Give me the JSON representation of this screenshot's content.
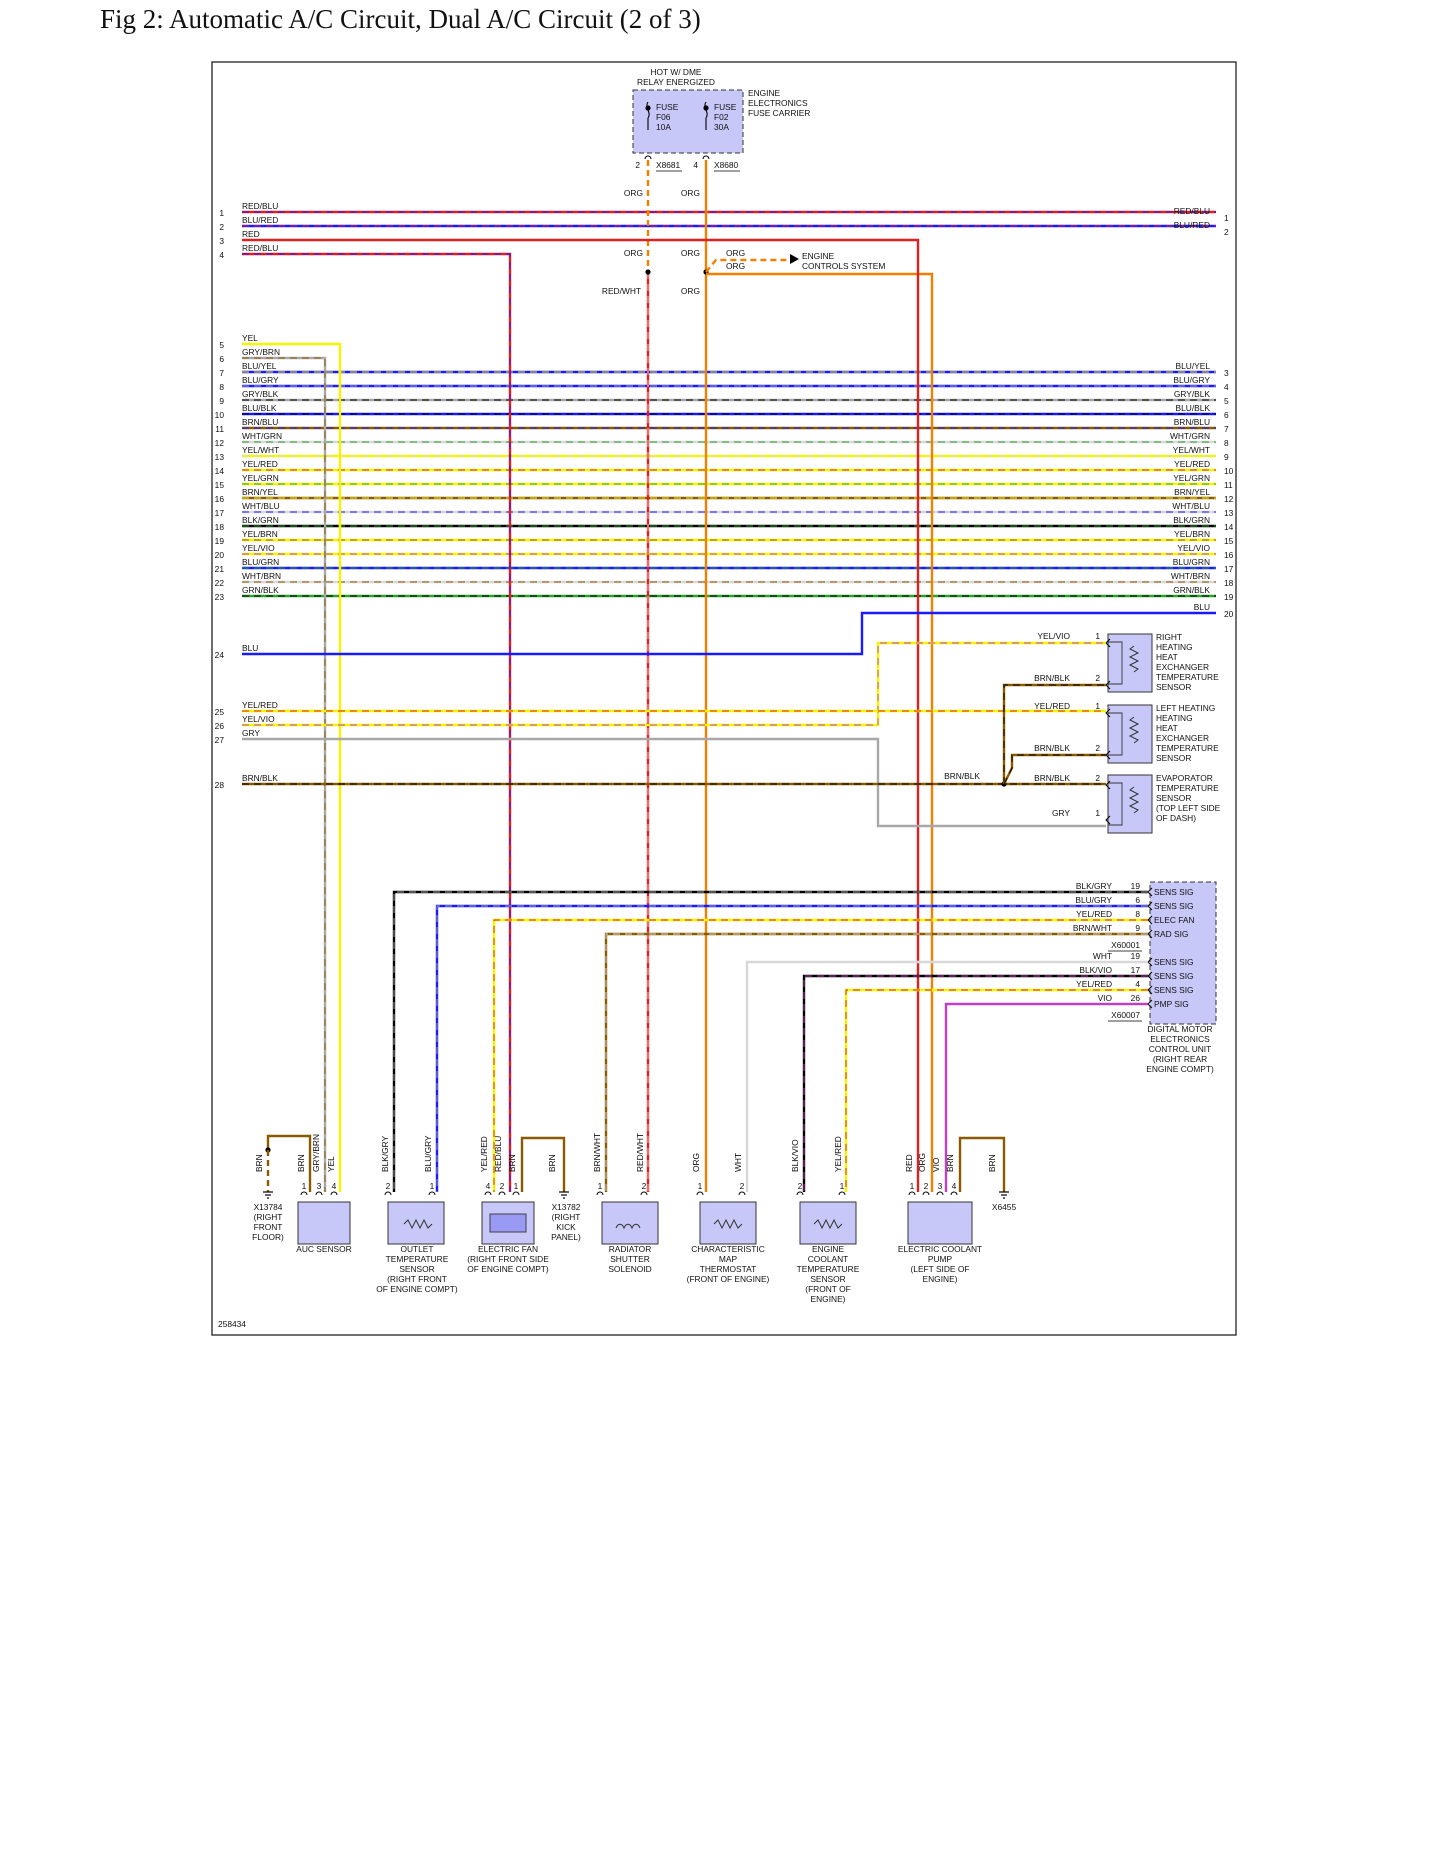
{
  "title": "Fig 2: Automatic A/C Circuit, Dual A/C Circuit (2 of 3)",
  "figure_id": "258434",
  "fuse_carrier": {
    "header": [
      "HOT W/ DME",
      "RELAY ENERGIZED"
    ],
    "label": [
      "ENGINE",
      "ELECTRONICS",
      "FUSE CARRIER"
    ],
    "fuses": [
      {
        "lines": [
          "FUSE",
          "F06",
          "10A"
        ],
        "pin": "2",
        "connector": "X8681"
      },
      {
        "lines": [
          "FUSE",
          "F02",
          "30A"
        ],
        "pin": "4",
        "connector": "X8680"
      }
    ]
  },
  "wire_labels": {
    "org": "ORG",
    "redwht": "RED/WHT",
    "engine_controls": [
      "ENGINE",
      "CONTROLS SYSTEM"
    ]
  },
  "left_wires": [
    {
      "num": "1",
      "color": "RED/BLU"
    },
    {
      "num": "2",
      "color": "BLU/RED"
    },
    {
      "num": "3",
      "color": "RED"
    },
    {
      "num": "4",
      "color": "RED/BLU"
    },
    {
      "num": "5",
      "color": "YEL"
    },
    {
      "num": "6",
      "color": "GRY/BRN"
    },
    {
      "num": "7",
      "color": "BLU/YEL"
    },
    {
      "num": "8",
      "color": "BLU/GRY"
    },
    {
      "num": "9",
      "color": "GRY/BLK"
    },
    {
      "num": "10",
      "color": "BLU/BLK"
    },
    {
      "num": "11",
      "color": "BRN/BLU"
    },
    {
      "num": "12",
      "color": "WHT/GRN"
    },
    {
      "num": "13",
      "color": "YEL/WHT"
    },
    {
      "num": "14",
      "color": "YEL/RED"
    },
    {
      "num": "15",
      "color": "YEL/GRN"
    },
    {
      "num": "16",
      "color": "BRN/YEL"
    },
    {
      "num": "17",
      "color": "WHT/BLU"
    },
    {
      "num": "18",
      "color": "BLK/GRN"
    },
    {
      "num": "19",
      "color": "YEL/BRN"
    },
    {
      "num": "20",
      "color": "YEL/VIO"
    },
    {
      "num": "21",
      "color": "BLU/GRN"
    },
    {
      "num": "22",
      "color": "WHT/BRN"
    },
    {
      "num": "23",
      "color": "GRN/BLK"
    },
    {
      "num": "24",
      "color": "BLU"
    },
    {
      "num": "25",
      "color": "YEL/RED"
    },
    {
      "num": "26",
      "color": "YEL/VIO"
    },
    {
      "num": "27",
      "color": "GRY"
    },
    {
      "num": "28",
      "color": "BRN/BLK"
    }
  ],
  "right_wires": [
    {
      "num": "1",
      "color": "RED/BLU"
    },
    {
      "num": "2",
      "color": "BLU/RED"
    },
    {
      "num": "3",
      "color": "BLU/YEL"
    },
    {
      "num": "4",
      "color": "BLU/GRY"
    },
    {
      "num": "5",
      "color": "GRY/BLK"
    },
    {
      "num": "6",
      "color": "BLU/BLK"
    },
    {
      "num": "7",
      "color": "BRN/BLU"
    },
    {
      "num": "8",
      "color": "WHT/GRN"
    },
    {
      "num": "9",
      "color": "YEL/WHT"
    },
    {
      "num": "10",
      "color": "YEL/RED"
    },
    {
      "num": "11",
      "color": "YEL/GRN"
    },
    {
      "num": "12",
      "color": "BRN/YEL"
    },
    {
      "num": "13",
      "color": "WHT/BLU"
    },
    {
      "num": "14",
      "color": "BLK/GRN"
    },
    {
      "num": "15",
      "color": "YEL/BRN"
    },
    {
      "num": "16",
      "color": "YEL/VIO"
    },
    {
      "num": "17",
      "color": "BLU/GRN"
    },
    {
      "num": "18",
      "color": "WHT/BRN"
    },
    {
      "num": "19",
      "color": "GRN/BLK"
    },
    {
      "num": "20",
      "color": "BLU"
    }
  ],
  "temp_sensors": [
    {
      "name": [
        "RIGHT",
        "HEATING",
        "HEAT",
        "EXCHANGER",
        "TEMPERATURE",
        "SENSOR"
      ],
      "pins": [
        {
          "pin": "1",
          "wire": "YEL/VIO"
        },
        {
          "pin": "2",
          "wire": "BRN/BLK"
        }
      ]
    },
    {
      "name": [
        "LEFT HEATING",
        "HEATING",
        "HEAT",
        "EXCHANGER",
        "TEMPERATURE",
        "SENSOR"
      ],
      "pins": [
        {
          "pin": "1",
          "wire": "YEL/RED"
        },
        {
          "pin": "2",
          "wire": "BRN/BLK"
        }
      ]
    },
    {
      "name": [
        "EVAPORATOR",
        "TEMPERATURE",
        "SENSOR",
        "(TOP LEFT SIDE",
        "OF DASH)"
      ],
      "pins": [
        {
          "pin": "2",
          "wire": "BRN/BLK"
        },
        {
          "pin": "1",
          "wire": "GRY"
        }
      ]
    }
  ],
  "brnblk_splice": "BRN/BLK",
  "dme": {
    "name": [
      "DIGITAL MOTOR",
      "ELECTRONICS",
      "CONTROL UNIT",
      "(RIGHT REAR",
      "ENGINE COMPT)"
    ],
    "pins": [
      {
        "wire": "BLK/GRY",
        "pin": "19",
        "signal": "SENS SIG"
      },
      {
        "wire": "BLU/GRY",
        "pin": "6",
        "signal": "SENS SIG"
      },
      {
        "wire": "YEL/RED",
        "pin": "8",
        "signal": "ELEC FAN"
      },
      {
        "wire": "BRN/WHT",
        "pin": "9",
        "signal": "RAD SIG"
      },
      {
        "wire": "WHT",
        "pin": "19",
        "signal": "SENS SIG"
      },
      {
        "wire": "BLK/VIO",
        "pin": "17",
        "signal": "SENS SIG"
      },
      {
        "wire": "YEL/RED",
        "pin": "4",
        "signal": "SENS SIG"
      },
      {
        "wire": "VIO",
        "pin": "26",
        "signal": "PMP SIG"
      }
    ],
    "connectors": [
      "X60001",
      "X60007"
    ]
  },
  "bottom_components": {
    "ground1": {
      "wire": "BRN",
      "label": [
        "X13784",
        "(RIGHT",
        "FRONT",
        "FLOOR)"
      ]
    },
    "auc": {
      "label": [
        "AUC SENSOR"
      ],
      "wires": [
        "BRN",
        "GRY/BRN",
        "YEL"
      ],
      "pins": [
        "1",
        "3",
        "4"
      ]
    },
    "outlet": {
      "label": [
        "OUTLET",
        "TEMPERATURE",
        "SENSOR",
        "(RIGHT FRONT",
        "OF ENGINE COMPT)"
      ],
      "wires": [
        "BLK/GRY",
        "BLU/GRY"
      ],
      "pins": [
        "2",
        "1"
      ]
    },
    "fan": {
      "label": [
        "ELECTRIC FAN",
        "(RIGHT FRONT SIDE",
        "OF ENGINE COMPT)"
      ],
      "wires": [
        "YEL/RED",
        "RED/BLU",
        "BRN"
      ],
      "pins": [
        "4",
        "2",
        "1"
      ]
    },
    "ground2": {
      "wire": "BRN",
      "label": [
        "X13782",
        "(RIGHT",
        "KICK",
        "PANEL)"
      ]
    },
    "shutter": {
      "label": [
        "RADIATOR",
        "SHUTTER",
        "SOLENOID"
      ],
      "wires": [
        "BRN/WHT",
        "RED/WHT"
      ],
      "pins": [
        "1",
        "2"
      ]
    },
    "thermostat": {
      "label": [
        "CHARACTERISTIC",
        "MAP",
        "THERMOSTAT",
        "(FRONT OF ENGINE)"
      ],
      "wires": [
        "ORG",
        "WHT"
      ],
      "pins": [
        "1",
        "2"
      ]
    },
    "coolant_sensor": {
      "label": [
        "ENGINE",
        "COOLANT",
        "TEMPERATURE",
        "SENSOR",
        "(FRONT OF",
        "ENGINE)"
      ],
      "wires": [
        "BLK/VIO",
        "YEL/RED"
      ],
      "pins": [
        "2",
        "1"
      ]
    },
    "pump": {
      "label": [
        "ELECTRIC COOLANT",
        "PUMP",
        "(LEFT SIDE OF",
        "ENGINE)"
      ],
      "wires": [
        "RED",
        "ORG",
        "VIO",
        "BRN"
      ],
      "pins": [
        "1",
        "2",
        "3",
        "4"
      ]
    },
    "ground3": {
      "wire": "BRN",
      "label": [
        "X6455"
      ]
    }
  },
  "colors": {
    "component_fill": "#c8c8f8",
    "RED": "#e02020",
    "ORG": "#f08000",
    "BLU": "#1a1aff",
    "YEL": "#f5f500",
    "BRN": "#8a5a00",
    "GRY": "#a8a8a8",
    "BLK": "#000000",
    "WHT": "#d8d8d8",
    "GRN": "#2ea02e",
    "VIO": "#c040c0"
  }
}
